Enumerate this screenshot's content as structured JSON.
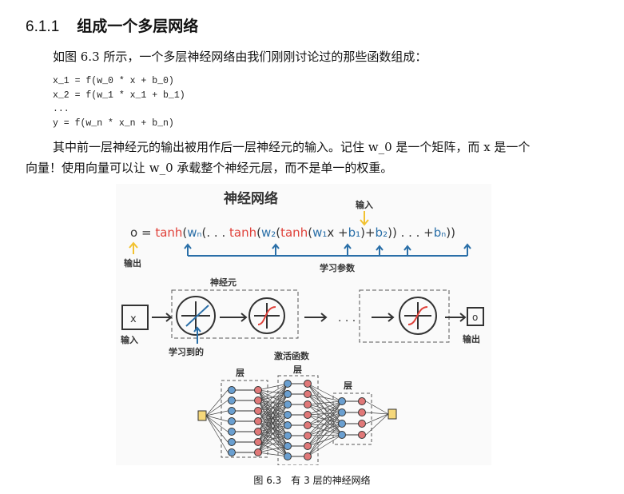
{
  "heading": {
    "number": "6.1.1",
    "title": "组成一个多层网络"
  },
  "paragraph1": "如图 6.3 所示，一个多层神经网络由我们刚刚讨论过的那些函数组成：",
  "code": [
    "x_1 = f(w_0 * x + b_0)",
    "x_2 = f(w_1 * x_1 + b_1)",
    "...",
    "y = f(w_n * x_n + b_n)"
  ],
  "paragraph2_line1": "其中前一层神经元的输出被用作后一层神经元的输入。记住 w_0 是一个矩阵，而 x 是一个",
  "paragraph2_line2": "向量！使用向量可以让 w_0 承载整个神经元层，而不是单一的权重。",
  "figure": {
    "title": "神经网络",
    "input_label": "输入",
    "output_label": "输出",
    "params_label": "学习参数",
    "neuron_label": "神经元",
    "learned_label": "学习到的",
    "activation_label": "激活函数",
    "layer_label": "层",
    "x_symbol": "x",
    "o_symbol": "o",
    "ellipsis": ". . .",
    "eq": {
      "o": "o",
      "eq": "=",
      "tanh": "tanh",
      "wn": "wₙ",
      "w2": "w₂",
      "w1": "w₁",
      "x": "x +",
      "b1": "b₁",
      "b2": "b₂",
      "bn": "bₙ",
      "dots": "(. . .",
      "plus": "+",
      "tail": ")) . . . +"
    },
    "colors": {
      "red": "#e0413a",
      "blue": "#2a6fa8",
      "yellow": "#f2c230",
      "node_blue": "#6a9fd0",
      "node_red": "#e07878"
    }
  },
  "caption": "图 6.3　有 3 层的神经网络"
}
